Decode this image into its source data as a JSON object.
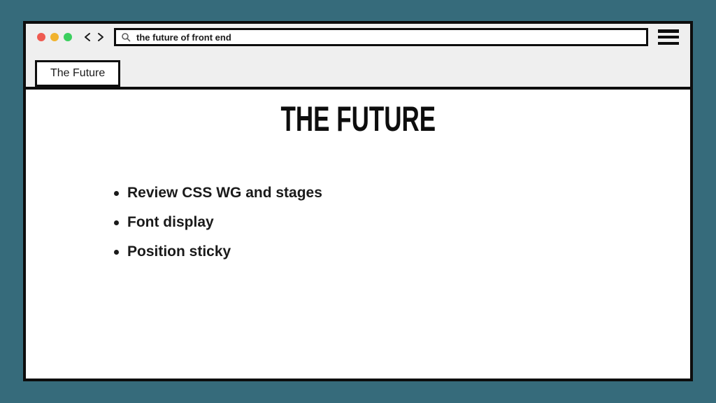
{
  "browser": {
    "tab_label": "The Future",
    "search": {
      "value": "the future of front end"
    },
    "icons": {
      "close": "red-dot",
      "minimize": "yellow-dot",
      "maximize": "green-dot",
      "back": "chevron-left",
      "forward": "chevron-right",
      "search": "magnifier",
      "menu": "hamburger"
    }
  },
  "slide": {
    "title": "THE FUTURE",
    "bullets": [
      "Review CSS WG and stages",
      "Font display",
      "Position sticky"
    ]
  },
  "colors": {
    "page_background": "#366b7b",
    "chrome_background": "#efefef",
    "window_border": "#0d0d0d",
    "content_background": "#ffffff",
    "dot_red": "#ef5b51",
    "dot_yellow": "#f1b32e",
    "dot_green": "#3bcf5e",
    "text": "#1a1a1a"
  }
}
